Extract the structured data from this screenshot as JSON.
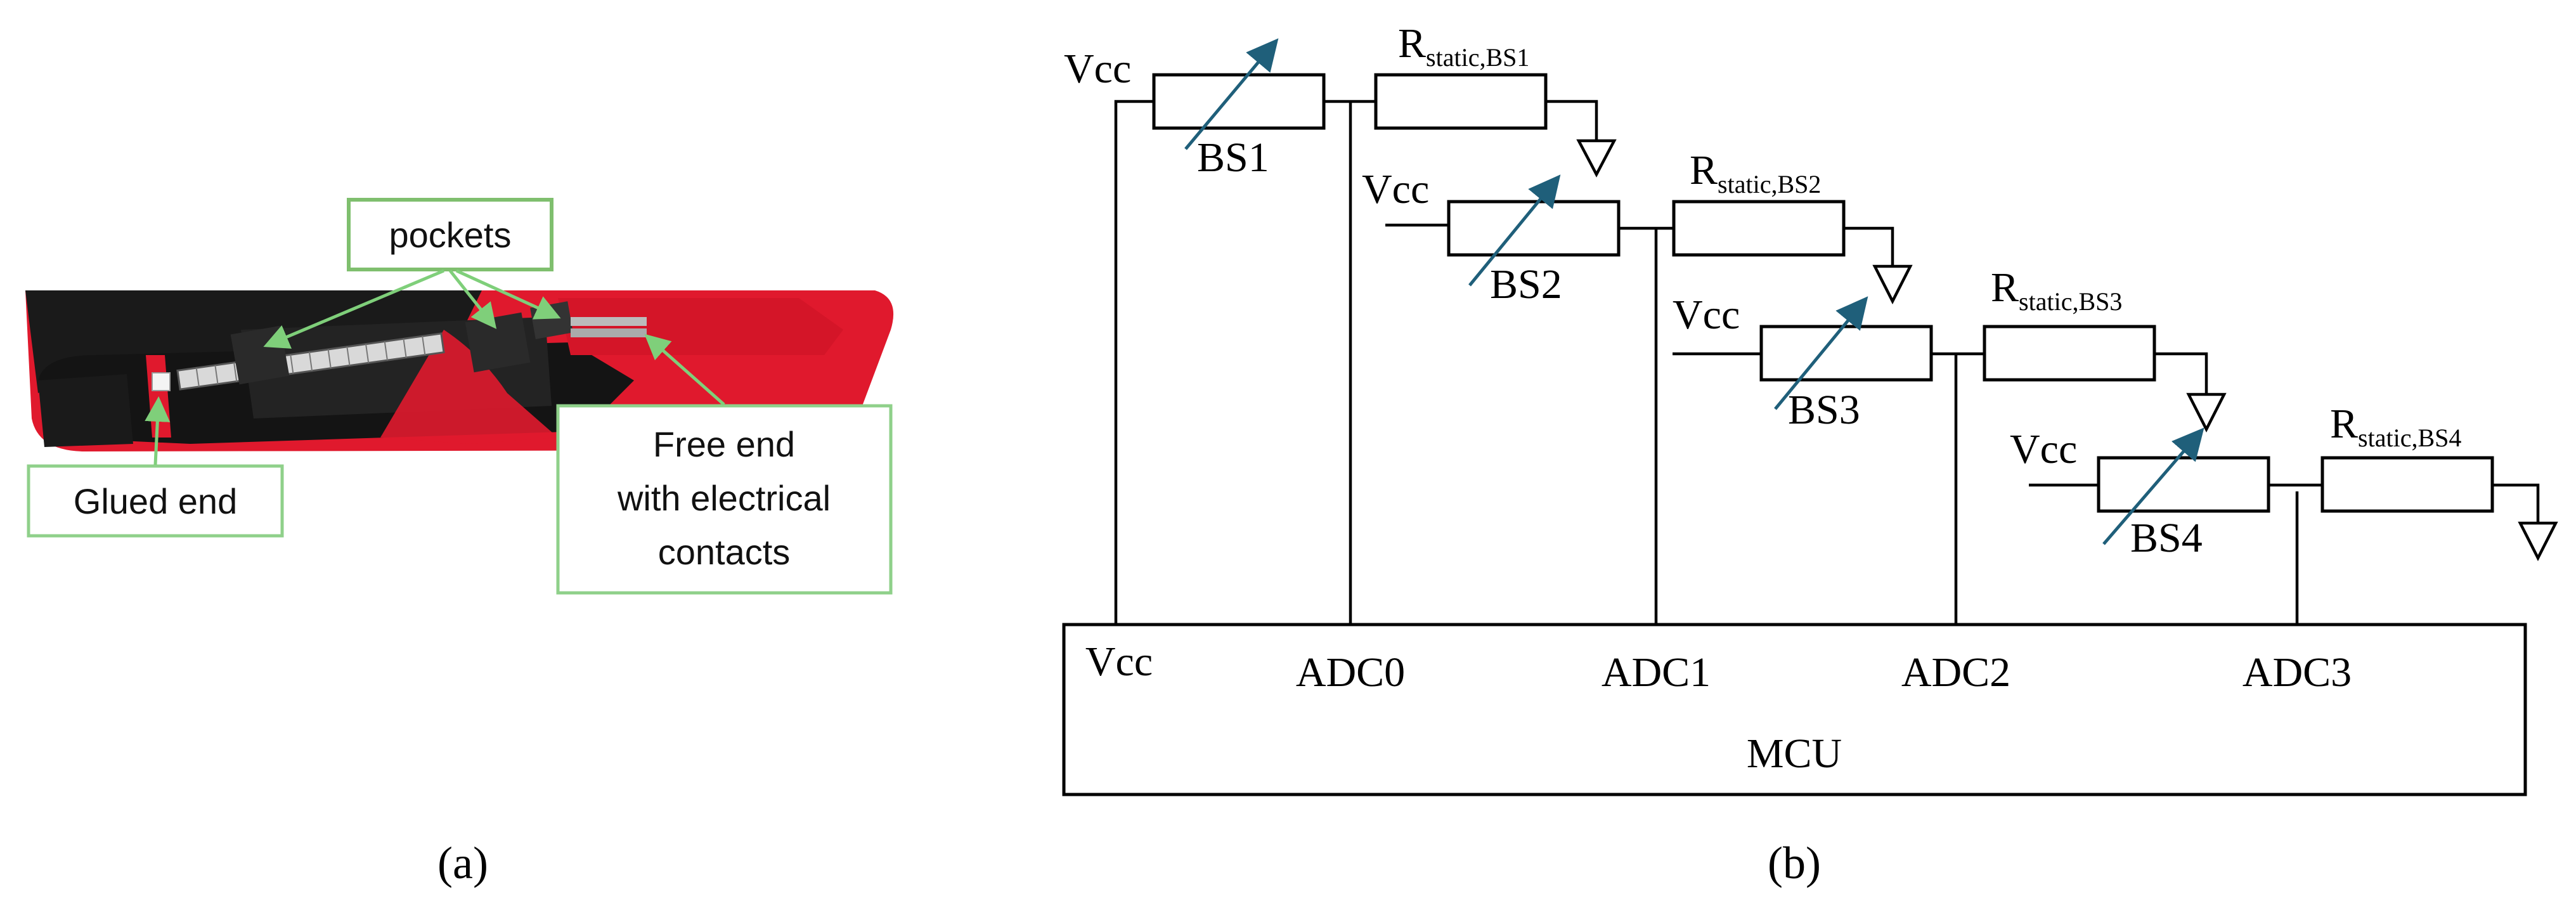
{
  "colors": {
    "callout_border": "#8fd08a",
    "callout_arrow": "#7fcf7a",
    "potentiometer_arrow": "#1f5f7a",
    "glove_red": "#e0192d",
    "glove_black": "#1a1a1a"
  },
  "panel_a": {
    "label": "(a)",
    "callouts": {
      "pockets": "pockets",
      "glued_end": "Glued end",
      "free_end_line1": "Free end",
      "free_end_line2": "with electrical",
      "free_end_line3": "contacts"
    }
  },
  "panel_b": {
    "label": "(b)",
    "supply": "Vcc",
    "sensors": [
      {
        "name": "BS1",
        "resistor_main": "R",
        "resistor_sub": "static,BS1"
      },
      {
        "name": "BS2",
        "resistor_main": "R",
        "resistor_sub": "static,BS2"
      },
      {
        "name": "BS3",
        "resistor_main": "R",
        "resistor_sub": "static,BS3"
      },
      {
        "name": "BS4",
        "resistor_main": "R",
        "resistor_sub": "static,BS4"
      }
    ],
    "mcu": {
      "name": "MCU",
      "pins": [
        "Vcc",
        "ADC0",
        "ADC1",
        "ADC2",
        "ADC3"
      ]
    }
  }
}
